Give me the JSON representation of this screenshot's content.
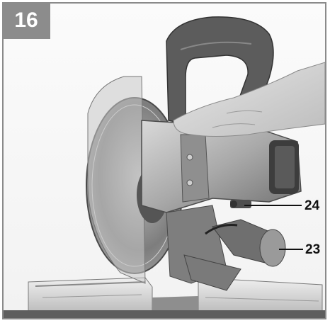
{
  "figure": {
    "number": "16",
    "callouts": [
      {
        "id": "24",
        "label": "24"
      },
      {
        "id": "23",
        "label": "23"
      }
    ]
  },
  "colors": {
    "badge": "#8c8c8c",
    "frame": "#8a8a8a",
    "leader_line": "#111111"
  }
}
